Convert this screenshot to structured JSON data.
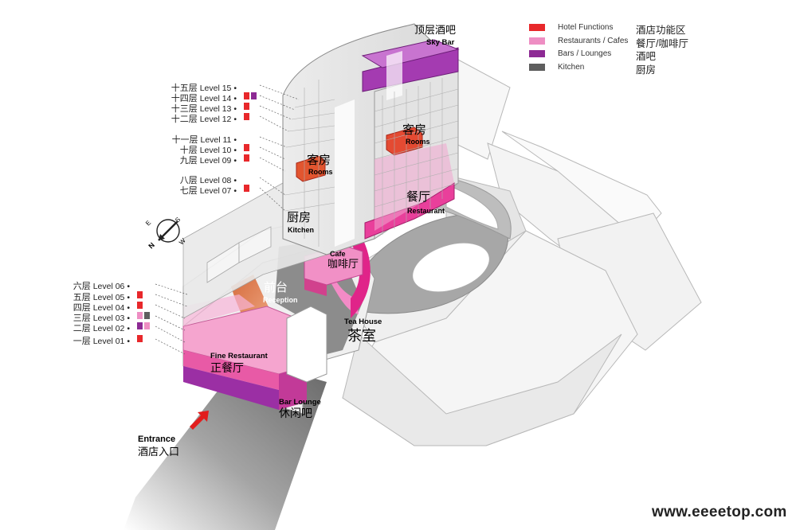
{
  "legend": [
    {
      "label_en": "Hotel Functions",
      "label_cn": "酒店功能区",
      "color": "#e8282b"
    },
    {
      "label_en": "Restaurants / Cafes",
      "label_cn": "餐厅/咖啡厅",
      "color": "#ee8ec3"
    },
    {
      "label_en": "Bars / Lounges",
      "label_cn": "酒吧",
      "color": "#8d2a94"
    },
    {
      "label_en": "Kitchen",
      "label_cn": "厨房",
      "color": "#5e5e5e"
    }
  ],
  "upper_levels": [
    {
      "cn": "十五层",
      "en": "Level 15"
    },
    {
      "cn": "十四层",
      "en": "Level 14"
    },
    {
      "cn": "十三层",
      "en": "Level 13"
    },
    {
      "cn": "十二层",
      "en": "Level 12"
    },
    {
      "cn": "十一层",
      "en": "Level 11"
    },
    {
      "cn": "十层",
      "en": "Level 10"
    },
    {
      "cn": "九层",
      "en": "Level 09"
    },
    {
      "cn": "八层",
      "en": "Level 08"
    },
    {
      "cn": "七层",
      "en": "Level 07"
    }
  ],
  "lower_levels": [
    {
      "cn": "六层",
      "en": "Level 06"
    },
    {
      "cn": "五层",
      "en": "Level 05"
    },
    {
      "cn": "四层",
      "en": "Level 04"
    },
    {
      "cn": "三层",
      "en": "Level 03"
    },
    {
      "cn": "二层",
      "en": "Level 02"
    },
    {
      "cn": "一层",
      "en": "Level 01"
    }
  ],
  "labels": {
    "sky_bar_cn": "顶层酒吧",
    "sky_bar_en": "Sky Bar",
    "rooms_top_cn": "客房",
    "rooms_top_en": "Rooms",
    "rooms_mid_cn": "客房",
    "rooms_mid_en": "Rooms",
    "restaurant_cn": "餐厅",
    "restaurant_en": "Restaurant",
    "kitchen_cn": "厨房",
    "kitchen_en": "Kitchen",
    "cafe_en": "Cafe",
    "cafe_cn": "咖啡厅",
    "reception_cn": "前台",
    "reception_en": "Reception",
    "tea_house_en": "Tea House",
    "tea_house_cn": "茶室",
    "fine_restaurant_en": "Fine Restaurant",
    "fine_restaurant_cn": "正餐厅",
    "bar_lounge_en": "Bar Lounge",
    "bar_lounge_cn": "休闲吧",
    "entrance_en": "Entrance",
    "entrance_cn": "酒店入口"
  },
  "compass": {
    "n": "N",
    "s": "S",
    "e": "E",
    "w": "W"
  },
  "watermark": "www.eeeetop.com"
}
